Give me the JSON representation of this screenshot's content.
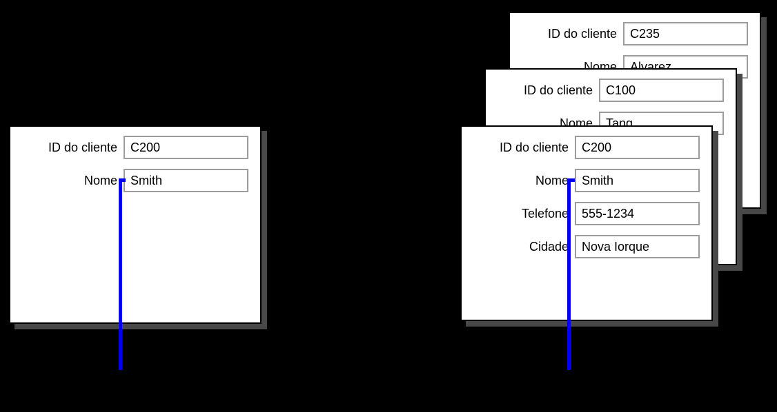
{
  "colors": {
    "background": "#000000",
    "card_background": "#ffffff",
    "card_border": "#000000",
    "card_shadow": "#484848",
    "input_border": "#9c9c9c",
    "text": "#000000",
    "pointer_line": "#0000ee"
  },
  "cards": {
    "left": {
      "fields": [
        {
          "label": "ID do cliente",
          "value": "C200"
        },
        {
          "label": "Nome",
          "value": "Smith"
        }
      ]
    },
    "stack_back": {
      "fields": [
        {
          "label": "ID do cliente",
          "value": "C235"
        },
        {
          "label": "Nome",
          "value": "Alvarez"
        }
      ]
    },
    "stack_middle": {
      "fields": [
        {
          "label": "ID do cliente",
          "value": "C100"
        },
        {
          "label": "Nome",
          "value": "Tang"
        }
      ]
    },
    "stack_front": {
      "fields": [
        {
          "label": "ID do cliente",
          "value": "C200"
        },
        {
          "label": "Nome",
          "value": "Smith"
        },
        {
          "label": "Telefone",
          "value": "555-1234"
        },
        {
          "label": "Cidade",
          "value": "Nova Iorque"
        }
      ]
    }
  }
}
